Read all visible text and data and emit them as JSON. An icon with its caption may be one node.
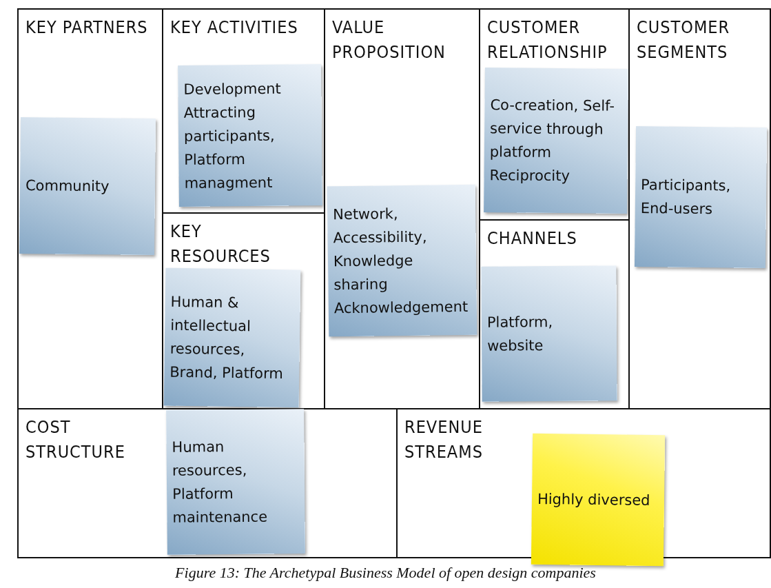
{
  "diagram": {
    "caption": "Figure 13: The Archetypal Business Model of open design companies",
    "nodes": [
      {
        "text": [
          "KEY PARTNERS"
        ]
      },
      {
        "text": [
          "Community"
        ],
        "in": 0
      },
      {
        "text": [
          "KEY ACTIVITIES"
        ]
      },
      {
        "text": [
          "Development Attracting participants, Platform managment"
        ],
        "in": 2
      },
      {
        "text": [
          "KEY RESOURCES"
        ]
      },
      {
        "text": [
          "Human & intellectual resources, Brand, Platform"
        ],
        "in": 4
      },
      {
        "text": [
          "VALUE PROPOSITION"
        ]
      },
      {
        "text": [
          "Network, Accessibility, Knowledge sharing Acknowledgement"
        ],
        "in": 6
      },
      {
        "text": [
          "CUSTOMER RELATIONSHIP"
        ]
      },
      {
        "text": [
          "Co-creation, Self-service through platform Reciprocity"
        ],
        "in": 8
      },
      {
        "text": [
          "CHANNELS"
        ]
      },
      {
        "text": [
          "Platform, website"
        ],
        "in": 10
      },
      {
        "text": [
          "CUSTOMER SEGMENTS"
        ]
      },
      {
        "text": [
          "Participants, End-users"
        ],
        "in": 12
      },
      {
        "text": [
          "COST STRUCTURE"
        ]
      },
      {
        "text": [
          "Human resources, Platform maintenance"
        ],
        "in": 14
      },
      {
        "text": [
          "REVENUE STREAMS"
        ]
      },
      {
        "text": [
          "Highly diversed"
        ],
        "in": 16
      }
    ]
  }
}
